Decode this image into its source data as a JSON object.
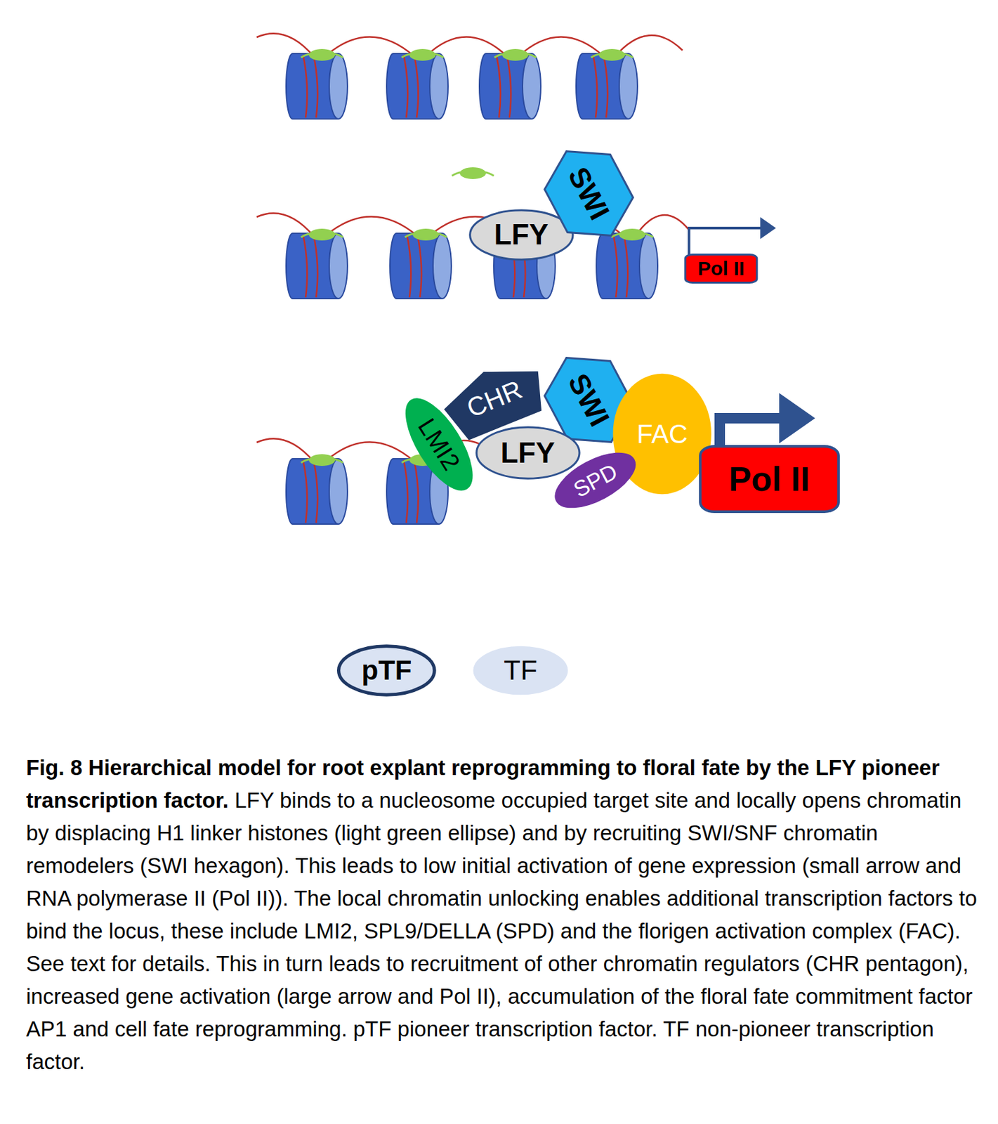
{
  "diagram": {
    "title": "Fig. 8 Hierarchical model for root explant reprogramming to floral fate by the LFY pioneer transcription factor.",
    "caption": "LFY binds to a nucleosome occupied target site and locally opens chromatin by displacing H1 linker histones (light green ellipse) and by recruiting SWI/SNF chromatin remodelers (SWI hexagon). This leads to low initial activation of gene expression (small arrow and RNA polymerase II (Pol II)). The local chromatin unlocking enables additional transcription factors to bind the locus, these include LMI2, SPL9/DELLA (SPD) and the florigen activation complex (FAC). See text for details. This in turn leads to recruitment of other chromatin regulators (CHR pentagon), increased gene activation (large arrow and Pol II), accumulation of the floral fate commitment factor AP1 and cell fate reprogramming. pTF pioneer transcription factor. TF non-pioneer transcription factor.",
    "nodes": [
      {
        "text": [
          "LFY"
        ]
      },
      {
        "text": [
          "SWI"
        ]
      },
      {
        "text": [
          "Pol II"
        ]
      },
      {
        "text": [
          "CHR"
        ]
      },
      {
        "text": [
          "SWI"
        ]
      },
      {
        "text": [
          "LMI2"
        ]
      },
      {
        "text": [
          "LFY"
        ]
      },
      {
        "text": [
          "FAC"
        ]
      },
      {
        "text": [
          "SPD"
        ]
      },
      {
        "text": [
          "Pol II"
        ]
      },
      {
        "text": [
          "pTF"
        ]
      },
      {
        "text": [
          "TF"
        ]
      }
    ]
  }
}
